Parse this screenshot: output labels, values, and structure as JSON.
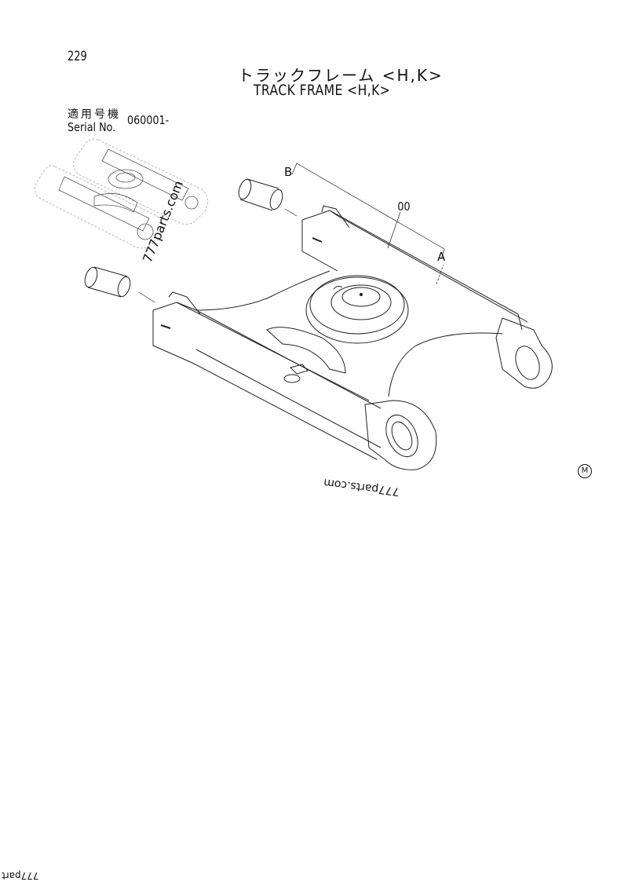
{
  "page": {
    "number": "229",
    "title_jp": "トラックフレーム <H,K>",
    "title_en": "TRACK FRAME <H,K>"
  },
  "applicability": {
    "label_jp": "適用号機",
    "label_en": "Serial No.",
    "value": "060001-"
  },
  "callouts": {
    "assembly": "00",
    "part_a": "A",
    "part_b": "B"
  },
  "marks": {
    "circled": "M"
  },
  "watermarks": {
    "diagonal": "777parts.com",
    "upside_down": "777parts.com",
    "corner": "777part"
  },
  "colors": {
    "ink": "#111111",
    "paper": "#ffffff"
  }
}
